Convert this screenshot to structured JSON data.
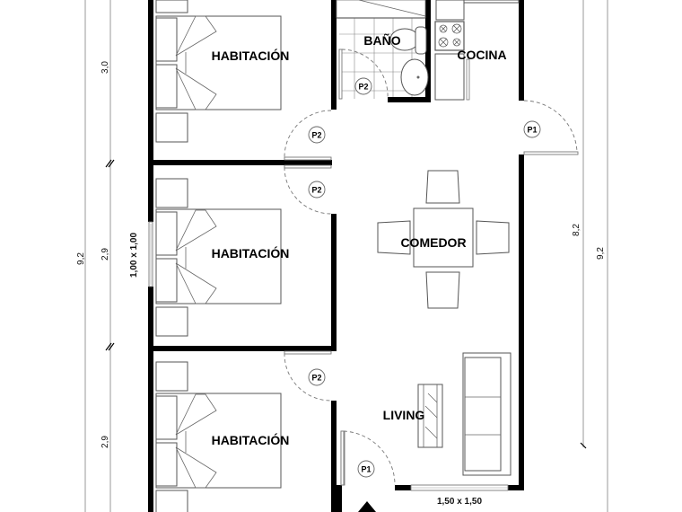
{
  "plan": {
    "rooms": [
      {
        "id": "bedroom-1",
        "label": "HABITACIÓN"
      },
      {
        "id": "bathroom",
        "label": "BAÑO"
      },
      {
        "id": "kitchen",
        "label": "COCINA"
      },
      {
        "id": "bedroom-2",
        "label": "HABITACIÓN"
      },
      {
        "id": "dining",
        "label": "COMEDOR"
      },
      {
        "id": "bedroom-3",
        "label": "HABITACIÓN"
      },
      {
        "id": "living",
        "label": "LIVING"
      }
    ],
    "door_tags": [
      {
        "label": "P2",
        "location": "bathroom"
      },
      {
        "label": "P2",
        "location": "bedroom-1"
      },
      {
        "label": "P1",
        "location": "kitchen-exterior"
      },
      {
        "label": "P2",
        "location": "bedroom-2"
      },
      {
        "label": "P2",
        "location": "bedroom-3"
      },
      {
        "label": "P1",
        "location": "main-entrance"
      }
    ],
    "windows": [
      {
        "label": "1,00 x 1,00",
        "location": "bedroom-2-west"
      },
      {
        "label": "1,50 x 1,50",
        "location": "living-south"
      }
    ],
    "dimensions": {
      "left_total": "9,2",
      "left_segments": [
        "3,0",
        "2,9",
        "2,9"
      ],
      "right_inner": "8,2",
      "right_total": "9,2"
    },
    "entrance_marker": "entrance-arrow"
  }
}
